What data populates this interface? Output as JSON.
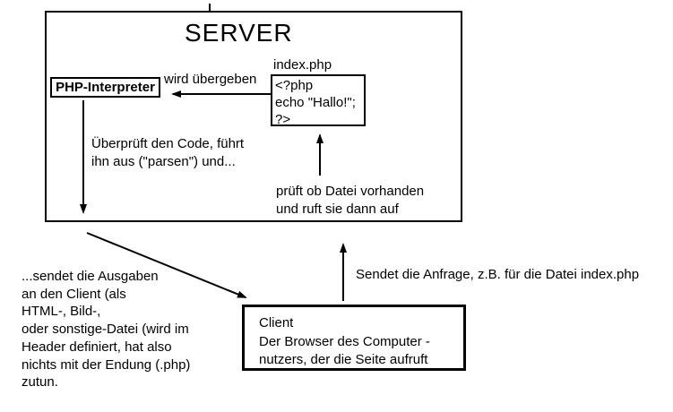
{
  "server": {
    "title": "SERVER",
    "php_interpreter_label": "PHP-Interpreter",
    "file_label": "index.php",
    "code": {
      "lines": [
        "<?php",
        "echo \"Hallo!\";",
        "?>"
      ]
    },
    "labels": {
      "wird_uebergeben": "wird übergeben",
      "ueberprueft": [
        "Überprüft den Code, führt",
        "ihn aus (\"parsen\") und..."
      ],
      "prueft": [
        "prüft ob Datei vorhanden",
        "und ruft sie dann auf"
      ]
    }
  },
  "client": {
    "lines": [
      "Client",
      "Der Browser des Computer -",
      "nutzers, der die Seite aufruft"
    ]
  },
  "labels": {
    "sendet_ausgaben": [
      "...sendet die Ausgaben",
      "an den Client (als",
      "HTML-, Bild-,",
      "oder sonstige-Datei (wird im",
      "Header definiert, hat also",
      "nichts mit der Endung (.php)",
      "zutun."
    ],
    "sendet_anfrage": "Sendet die Anfrage, z.B. für die Datei index.php"
  },
  "colors": {
    "ink": "#000000",
    "background": "#ffffff"
  }
}
